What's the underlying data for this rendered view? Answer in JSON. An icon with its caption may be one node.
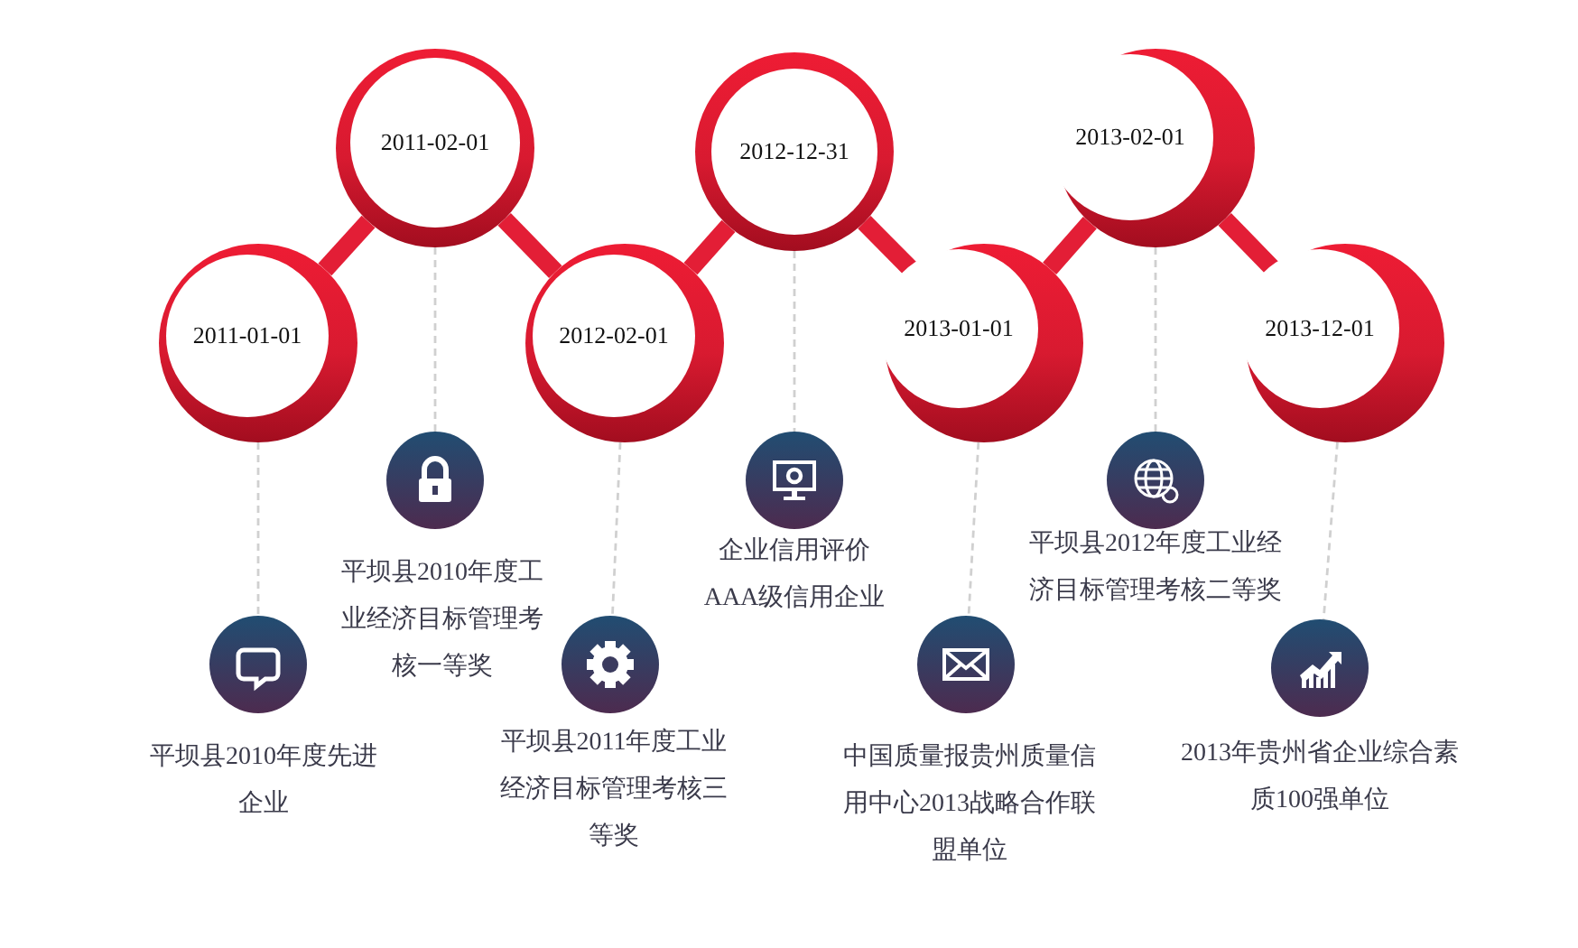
{
  "diagram": {
    "nodes": [
      {
        "text": [
          "2011-01-01"
        ]
      },
      {
        "text": [
          "2011-02-01"
        ]
      },
      {
        "text": [
          "2012-02-01"
        ]
      },
      {
        "text": [
          "2012-12-31"
        ]
      },
      {
        "text": [
          "2013-01-01"
        ]
      },
      {
        "text": [
          "2013-02-01"
        ]
      },
      {
        "text": [
          "2013-12-01"
        ]
      },
      {
        "text": [],
        "shape": "circle",
        "beside": [
          "平坝县2010年度先进企业"
        ]
      },
      {
        "text": [],
        "shape": "circle",
        "beside": [
          "平坝县2010年度工业经济目标管理考核一等奖"
        ]
      },
      {
        "text": [],
        "shape": "circle",
        "beside": [
          "平坝县2011年度工业经济目标管理考核三等奖"
        ]
      },
      {
        "text": [],
        "shape": "circle",
        "beside": [
          "企业信用评价AAA级信用企业"
        ]
      },
      {
        "text": [],
        "shape": "circle",
        "beside": [
          "中国质量报贵州质量信用中心2013战略合作联盟单位"
        ]
      },
      {
        "text": [],
        "shape": "circle",
        "beside": [
          "平坝县2012年度工业经济目标管理考核二等奖"
        ]
      },
      {
        "text": [],
        "shape": "circle",
        "beside": [
          "2013年贵州省企业综合素质100强单位"
        ]
      }
    ],
    "edges": [
      {
        "from": 0,
        "to": 1,
        "arrow": "none",
        "style": "thick",
        "color": "#e31e36"
      },
      {
        "from": 1,
        "to": 2,
        "arrow": "none",
        "style": "thick",
        "color": "#e31e36"
      },
      {
        "from": 2,
        "to": 3,
        "arrow": "none",
        "style": "thick",
        "color": "#e31e36"
      },
      {
        "from": 3,
        "to": 4,
        "arrow": "none",
        "style": "thick",
        "color": "#e31e36"
      },
      {
        "from": 4,
        "to": 5,
        "arrow": "none",
        "style": "thick",
        "color": "#e31e36"
      },
      {
        "from": 5,
        "to": 6,
        "arrow": "none",
        "style": "thick",
        "color": "#e31e36"
      },
      {
        "from": 0,
        "to": 7,
        "arrow": "none",
        "style": "dashed",
        "color": "#d0d0d0"
      },
      {
        "from": 1,
        "to": 8,
        "arrow": "none",
        "style": "dashed",
        "color": "#d0d0d0"
      },
      {
        "from": 2,
        "to": 9,
        "arrow": "none",
        "style": "dashed",
        "color": "#d0d0d0"
      },
      {
        "from": 3,
        "to": 10,
        "arrow": "none",
        "style": "dashed",
        "color": "#d0d0d0"
      },
      {
        "from": 4,
        "to": 11,
        "arrow": "none",
        "style": "dashed",
        "color": "#d0d0d0"
      },
      {
        "from": 5,
        "to": 12,
        "arrow": "none",
        "style": "dashed",
        "color": "#d0d0d0"
      },
      {
        "from": 6,
        "to": 13,
        "arrow": "none",
        "style": "dashed",
        "color": "#d0d0d0"
      }
    ]
  }
}
